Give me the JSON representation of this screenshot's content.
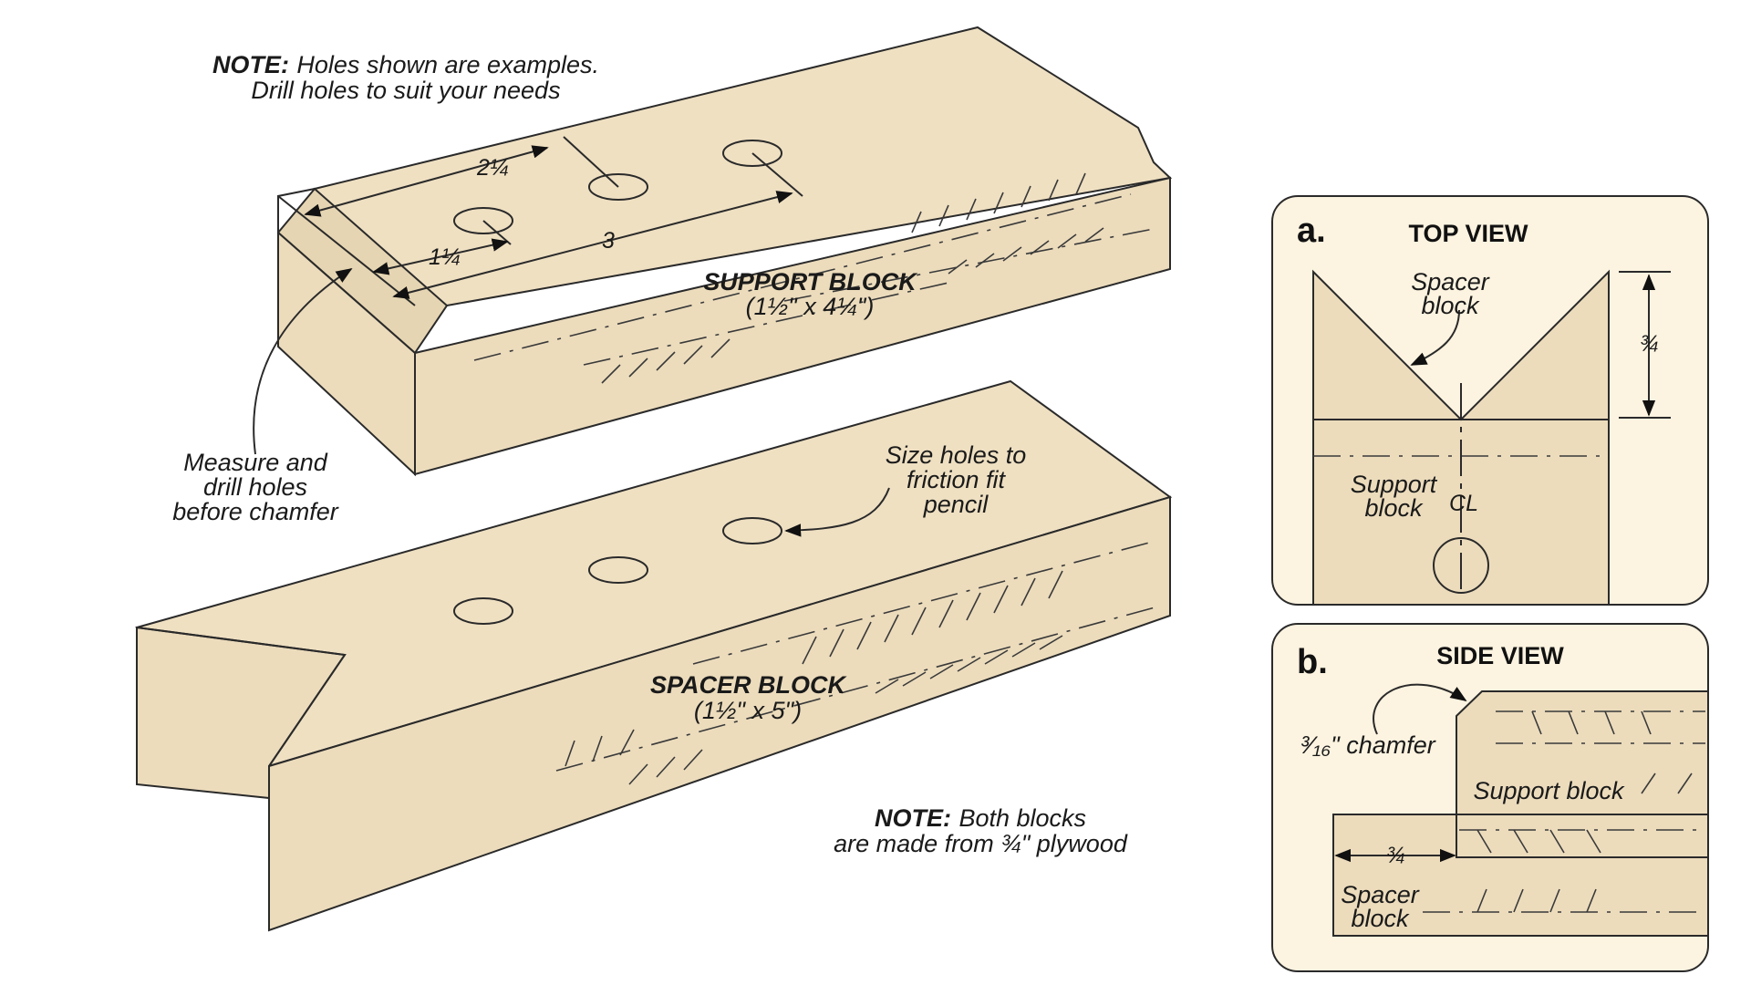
{
  "notes": {
    "holes_prefix": "NOTE:",
    "holes_line1": "Holes shown are examples.",
    "holes_line2": "Drill holes to suit your needs",
    "blocks_prefix": "NOTE:",
    "blocks_line1": "Both blocks",
    "blocks_line2": "are made from ¾\" plywood"
  },
  "support_block": {
    "name": "SUPPORT BLOCK",
    "size": "(1½\" x 4¼\")",
    "dims": {
      "d1": "2¼",
      "d2": "1¼",
      "d3": "3"
    }
  },
  "spacer_block": {
    "name": "SPACER BLOCK",
    "size": "(1½\" x 5\")"
  },
  "callouts": {
    "measure": [
      "Measure and",
      "drill holes",
      "before chamfer"
    ],
    "size_holes": [
      "Size holes to",
      "friction fit",
      "pencil"
    ]
  },
  "panel_a": {
    "letter": "a.",
    "title": "TOP VIEW",
    "spacer": [
      "Spacer",
      "block"
    ],
    "support": [
      "Support",
      "block"
    ],
    "dim": "¾",
    "centerline": "CL"
  },
  "panel_b": {
    "letter": "b.",
    "title": "SIDE VIEW",
    "chamfer": "³⁄₁₆\" chamfer",
    "support": "Support block",
    "spacer": [
      "Spacer",
      "block"
    ],
    "dim": "¾"
  },
  "colors": {
    "wood": "#ecdcbc",
    "panel": "#fcf3e0",
    "ink": "#2a2a2a"
  }
}
